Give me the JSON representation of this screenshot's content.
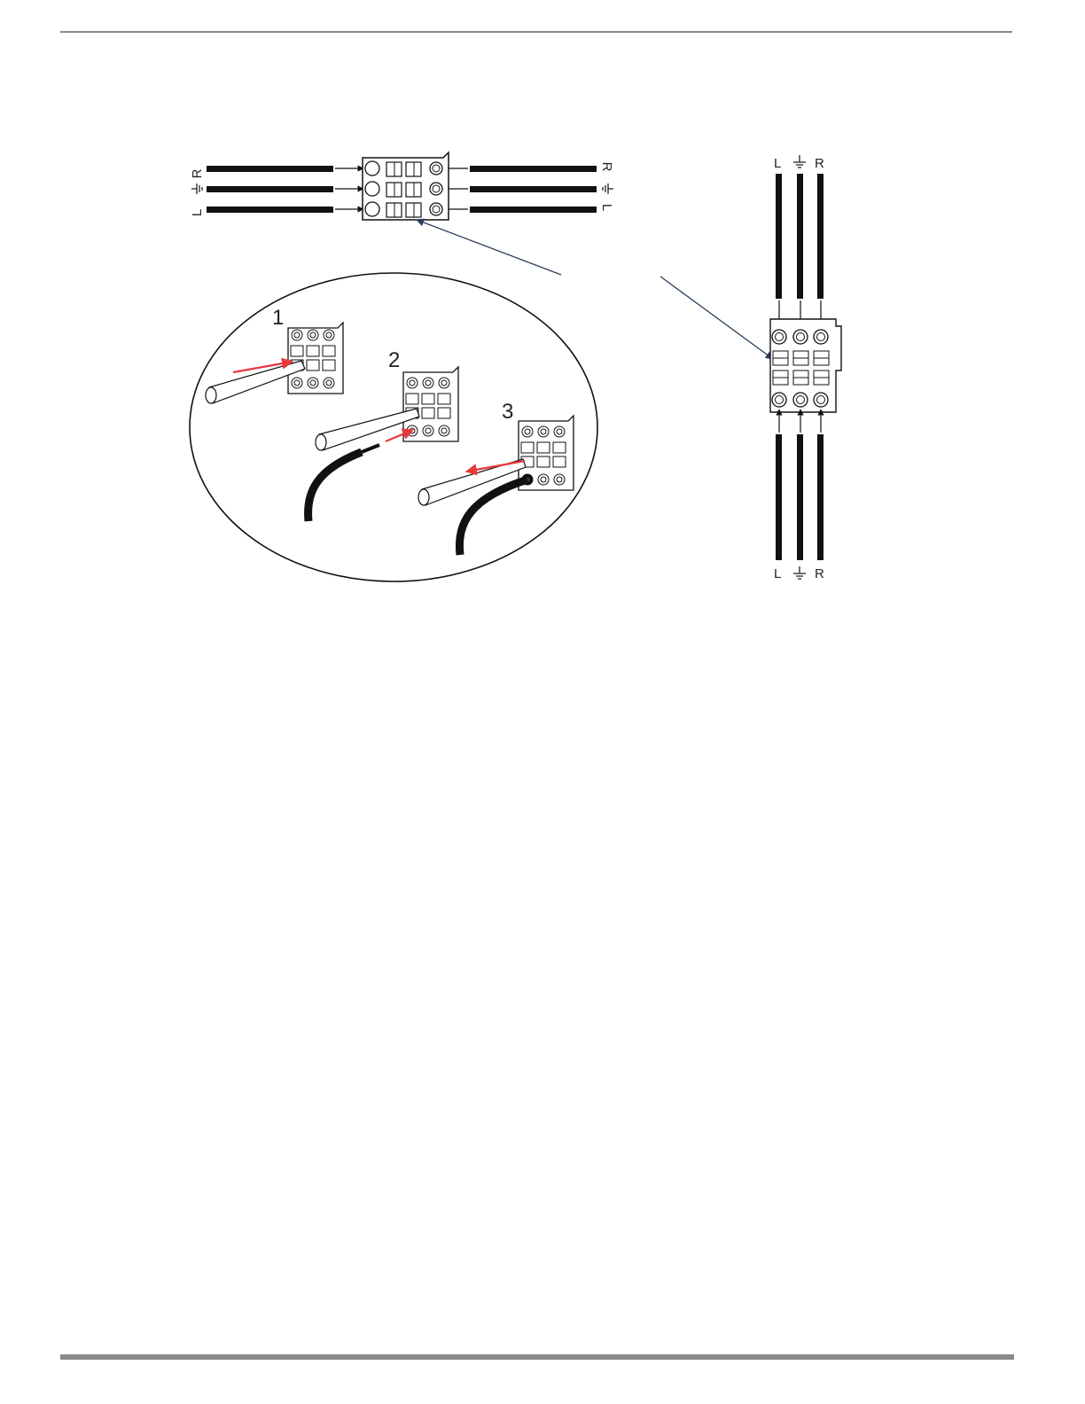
{
  "diagram": {
    "left_side_labels": [
      "L",
      "R"
    ],
    "right_side_labels": [
      "R",
      "L"
    ],
    "vertical_top_labels": [
      "L",
      "R"
    ],
    "vertical_bottom_labels": [
      "L",
      "R"
    ],
    "steps": [
      "1",
      "2",
      "3"
    ],
    "ground_symbol": "ground-icon",
    "colors": {
      "wire": "#111111",
      "callout_line": "#2b3f5c",
      "red_arrow": "#e8383d"
    }
  }
}
